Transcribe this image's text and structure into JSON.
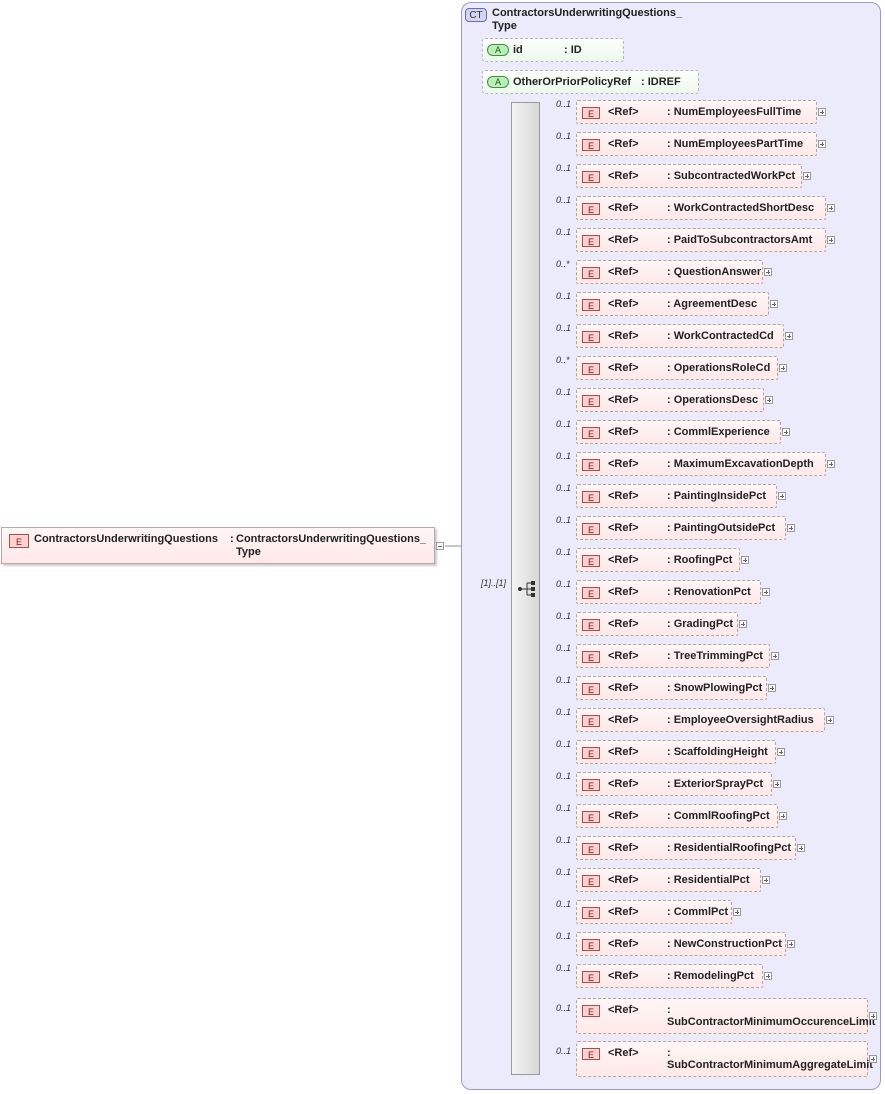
{
  "root_element": {
    "badge": "E",
    "name": "ContractorsUnderwritingQuestions",
    "colon": ":",
    "type_line1": "ContractorsUnderwritingQuestions_",
    "type_line2": "Type"
  },
  "complex_type": {
    "badge": "CT",
    "title_line1": "ContractorsUnderwritingQuestions_",
    "title_line2": "Type"
  },
  "attributes": [
    {
      "badge": "A",
      "name": "id",
      "type": ": ID"
    },
    {
      "badge": "A",
      "name": "OtherOrPriorPolicyRef",
      "type": ": IDREF"
    }
  ],
  "sequence": {
    "occurrence": "[1]..[1]"
  },
  "elements": [
    {
      "occ": "0..1",
      "ref": "<Ref>",
      "name": ": NumEmployeesFullTime"
    },
    {
      "occ": "0..1",
      "ref": "<Ref>",
      "name": ": NumEmployeesPartTime"
    },
    {
      "occ": "0..1",
      "ref": "<Ref>",
      "name": ": SubcontractedWorkPct"
    },
    {
      "occ": "0..1",
      "ref": "<Ref>",
      "name": ": WorkContractedShortDesc"
    },
    {
      "occ": "0..1",
      "ref": "<Ref>",
      "name": ": PaidToSubcontractorsAmt"
    },
    {
      "occ": "0..*",
      "ref": "<Ref>",
      "name": ": QuestionAnswer"
    },
    {
      "occ": "0..1",
      "ref": "<Ref>",
      "name": ": AgreementDesc"
    },
    {
      "occ": "0..1",
      "ref": "<Ref>",
      "name": ": WorkContractedCd"
    },
    {
      "occ": "0..*",
      "ref": "<Ref>",
      "name": ": OperationsRoleCd"
    },
    {
      "occ": "0..1",
      "ref": "<Ref>",
      "name": ": OperationsDesc"
    },
    {
      "occ": "0..1",
      "ref": "<Ref>",
      "name": ": CommlExperience"
    },
    {
      "occ": "0..1",
      "ref": "<Ref>",
      "name": ": MaximumExcavationDepth"
    },
    {
      "occ": "0..1",
      "ref": "<Ref>",
      "name": ": PaintingInsidePct"
    },
    {
      "occ": "0..1",
      "ref": "<Ref>",
      "name": ": PaintingOutsidePct"
    },
    {
      "occ": "0..1",
      "ref": "<Ref>",
      "name": ": RoofingPct"
    },
    {
      "occ": "0..1",
      "ref": "<Ref>",
      "name": ": RenovationPct"
    },
    {
      "occ": "0..1",
      "ref": "<Ref>",
      "name": ": GradingPct"
    },
    {
      "occ": "0..1",
      "ref": "<Ref>",
      "name": ": TreeTrimmingPct"
    },
    {
      "occ": "0..1",
      "ref": "<Ref>",
      "name": ": SnowPlowingPct"
    },
    {
      "occ": "0..1",
      "ref": "<Ref>",
      "name": ": EmployeeOversightRadius"
    },
    {
      "occ": "0..1",
      "ref": "<Ref>",
      "name": ": ScaffoldingHeight"
    },
    {
      "occ": "0..1",
      "ref": "<Ref>",
      "name": ": ExteriorSprayPct"
    },
    {
      "occ": "0..1",
      "ref": "<Ref>",
      "name": ": CommlRoofingPct"
    },
    {
      "occ": "0..1",
      "ref": "<Ref>",
      "name": ": ResidentialRoofingPct"
    },
    {
      "occ": "0..1",
      "ref": "<Ref>",
      "name": ": ResidentialPct"
    },
    {
      "occ": "0..1",
      "ref": "<Ref>",
      "name": ": CommlPct"
    },
    {
      "occ": "0..1",
      "ref": "<Ref>",
      "name": ": NewConstructionPct"
    },
    {
      "occ": "0..1",
      "ref": "<Ref>",
      "name": ": RemodelingPct"
    },
    {
      "occ": "0..1",
      "ref": "<Ref>",
      "name": ": SubContractorMinimumOccurenceLimit"
    },
    {
      "occ": "0..1",
      "ref": "<Ref>",
      "name": ": SubContractorMinimumAggregateLimit"
    }
  ]
}
